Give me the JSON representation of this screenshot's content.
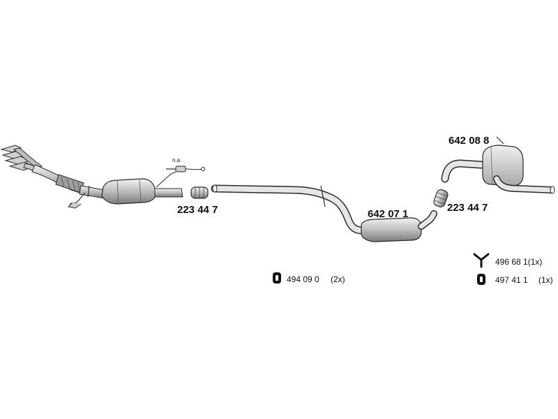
{
  "parts": {
    "flex_pipe_front": "223 44 7",
    "flex_pipe_rear": "223 44 7",
    "middle_silencer": "642 07 1",
    "rear_silencer": "642 08 8",
    "sensor_note": "n.a."
  },
  "accessories": [
    {
      "icon": "rubber-mount-icon",
      "code": "494 09 0",
      "qty": "(2x)"
    },
    {
      "icon": "hanger-y-icon",
      "code": "496 68 1(1x)",
      "qty": ""
    },
    {
      "icon": "rubber-mount-icon",
      "code": "497 41 1",
      "qty": "(1x)"
    }
  ],
  "colors": {
    "line": "#2a2a2a",
    "fill_light": "#e0e0e0",
    "fill_mid": "#b8b8b8",
    "fill_dark": "#8a8a8a"
  }
}
